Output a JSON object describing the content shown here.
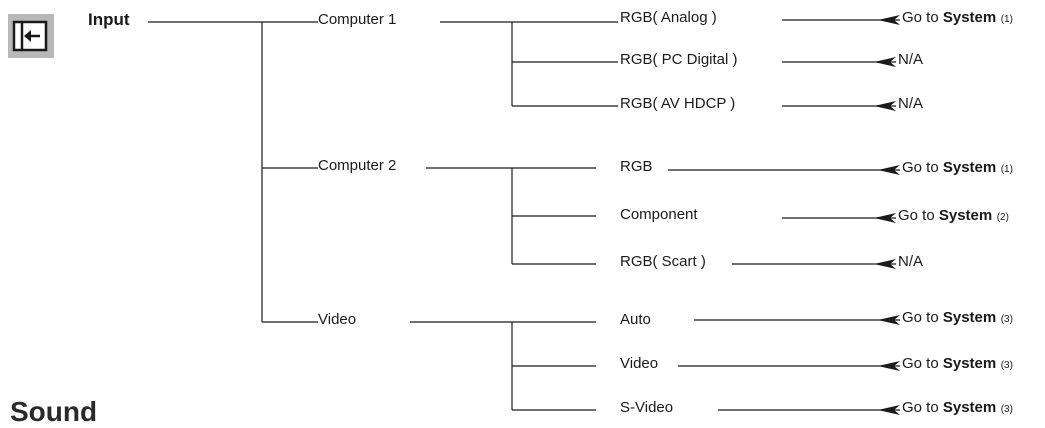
{
  "heading": {
    "title": "Input",
    "next_section": "Sound",
    "icon": "input-icon"
  },
  "sources": [
    {
      "label": "Computer 1",
      "options": [
        {
          "label": "RGB( Analog )",
          "result": {
            "prefix": "Go to ",
            "target": "System",
            "note": "(1)"
          }
        },
        {
          "label": "RGB( PC Digital )",
          "result": {
            "prefix": "N/A",
            "target": "",
            "note": ""
          }
        },
        {
          "label": "RGB( AV HDCP )",
          "result": {
            "prefix": "N/A",
            "target": "",
            "note": ""
          }
        }
      ]
    },
    {
      "label": "Computer 2",
      "options": [
        {
          "label": "RGB",
          "result": {
            "prefix": "Go to ",
            "target": "System",
            "note": "(1)"
          }
        },
        {
          "label": "Component",
          "result": {
            "prefix": "Go to ",
            "target": "System",
            "note": "(2)"
          }
        },
        {
          "label": "RGB( Scart )",
          "result": {
            "prefix": "N/A",
            "target": "",
            "note": ""
          }
        }
      ]
    },
    {
      "label": "Video",
      "options": [
        {
          "label": "Auto",
          "result": {
            "prefix": "Go to ",
            "target": "System",
            "note": "(3)"
          }
        },
        {
          "label": "Video",
          "result": {
            "prefix": "Go to ",
            "target": "System",
            "note": "(3)"
          }
        },
        {
          "label": "S-Video",
          "result": {
            "prefix": "Go to ",
            "target": "System",
            "note": "(3)"
          }
        }
      ]
    }
  ]
}
